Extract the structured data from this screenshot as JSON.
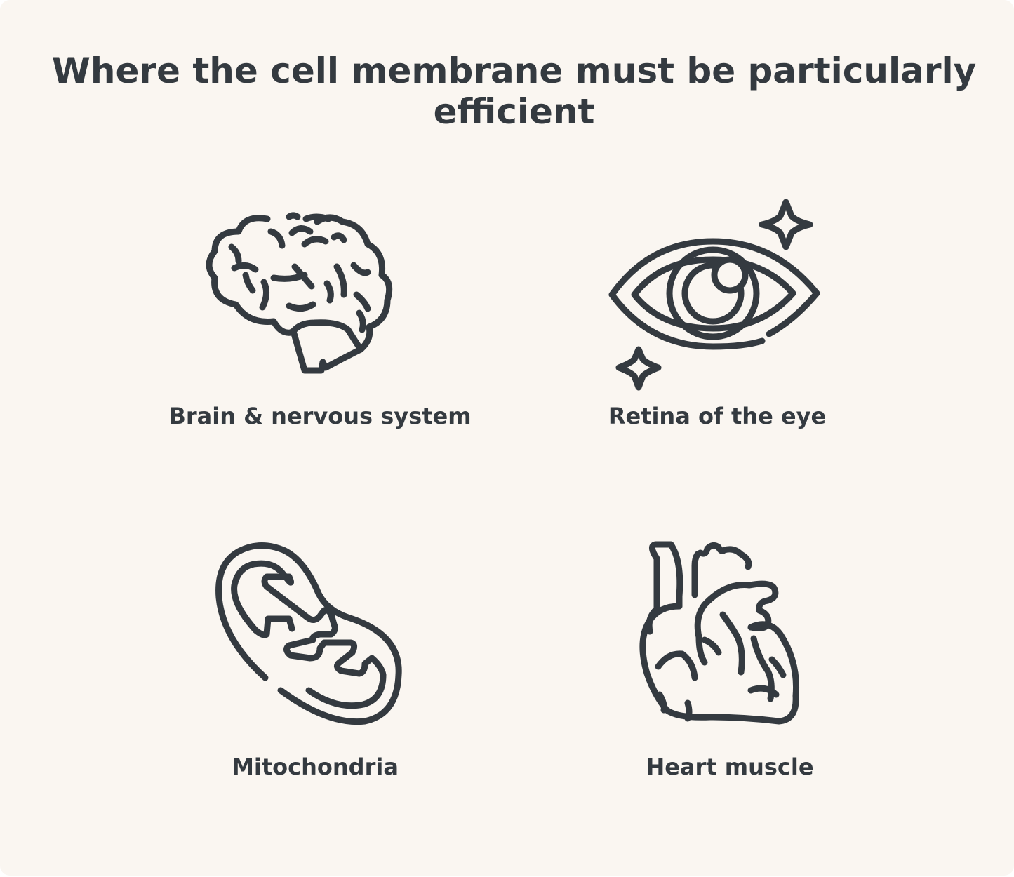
{
  "title": "Where the cell membrane must be particularly efficient",
  "items": [
    {
      "label": "Brain & nervous system",
      "icon": "brain-icon"
    },
    {
      "label": "Retina of the eye",
      "icon": "eye-icon"
    },
    {
      "label": "Mitochondria",
      "icon": "mitochondria-icon"
    },
    {
      "label": "Heart muscle",
      "icon": "heart-icon"
    }
  ],
  "colors": {
    "background": "#faf6f1",
    "ink": "#343a40"
  }
}
